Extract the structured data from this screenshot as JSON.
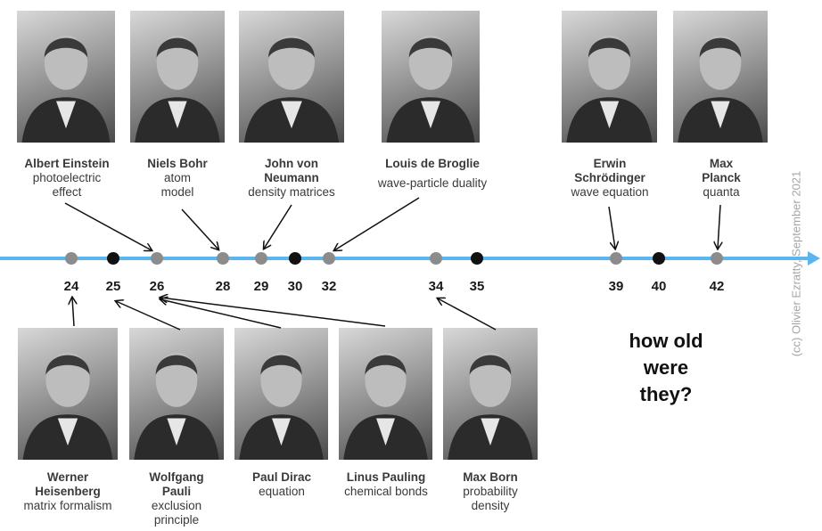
{
  "timeline": {
    "line_color": "#5db5ef",
    "dot_gray": "#8c8c8c",
    "dot_black": "#111111",
    "ages": [
      "24",
      "25",
      "26",
      "28",
      "29",
      "30",
      "32",
      "34",
      "35",
      "39",
      "40",
      "42"
    ]
  },
  "scientists": [
    {
      "name_line1": "Albert Einstein",
      "name_line2": "",
      "desc_line1": "photoelectric",
      "desc_line2": "effect",
      "desc_line3": ""
    },
    {
      "name_line1": "Niels Bohr",
      "name_line2": "",
      "desc_line1": "atom",
      "desc_line2": "model",
      "desc_line3": ""
    },
    {
      "name_line1": "John von",
      "name_line2": "Neumann",
      "desc_line1": "density matrices",
      "desc_line2": "",
      "desc_line3": ""
    },
    {
      "name_line1": "Louis de Broglie",
      "name_line2": "",
      "desc_line1": "wave-particle duality",
      "desc_line2": "",
      "desc_line3": ""
    },
    {
      "name_line1": "Erwin",
      "name_line2": "Schrödinger",
      "desc_line1": "wave equation",
      "desc_line2": "",
      "desc_line3": ""
    },
    {
      "name_line1": "Max",
      "name_line2": "Planck",
      "desc_line1": "quanta",
      "desc_line2": "",
      "desc_line3": ""
    },
    {
      "name_line1": "Werner",
      "name_line2": "Heisenberg",
      "desc_line1": "matrix formalism",
      "desc_line2": "",
      "desc_line3": ""
    },
    {
      "name_line1": "Wolfgang",
      "name_line2": "Pauli",
      "desc_line1": "exclusion",
      "desc_line2": "principle",
      "desc_line3": ""
    },
    {
      "name_line1": "Paul Dirac",
      "name_line2": "",
      "desc_line1": "equation",
      "desc_line2": "",
      "desc_line3": ""
    },
    {
      "name_line1": "Linus Pauling",
      "name_line2": "",
      "desc_line1": "chemical bonds",
      "desc_line2": "",
      "desc_line3": ""
    },
    {
      "name_line1": "Max Born",
      "name_line2": "",
      "desc_line1": "probability",
      "desc_line2": "density",
      "desc_line3": ""
    }
  ],
  "question": {
    "line1": "how old",
    "line2": "were",
    "line3": "they?"
  },
  "credit": "(cc) Olivier Ezratty, September  2021"
}
